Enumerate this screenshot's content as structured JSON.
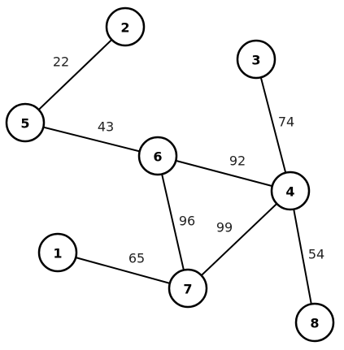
{
  "diagram": {
    "type": "weighted-undirected-graph",
    "nodes": [
      {
        "id": "1",
        "label": "1"
      },
      {
        "id": "2",
        "label": "2"
      },
      {
        "id": "3",
        "label": "3"
      },
      {
        "id": "4",
        "label": "4"
      },
      {
        "id": "5",
        "label": "5"
      },
      {
        "id": "6",
        "label": "6"
      },
      {
        "id": "7",
        "label": "7"
      },
      {
        "id": "8",
        "label": "8"
      }
    ],
    "edges": [
      {
        "from": "2",
        "to": "5",
        "weight": "22"
      },
      {
        "from": "5",
        "to": "6",
        "weight": "43"
      },
      {
        "from": "3",
        "to": "4",
        "weight": "74"
      },
      {
        "from": "6",
        "to": "4",
        "weight": "92"
      },
      {
        "from": "6",
        "to": "7",
        "weight": "96"
      },
      {
        "from": "7",
        "to": "4",
        "weight": "99"
      },
      {
        "from": "1",
        "to": "7",
        "weight": "65"
      },
      {
        "from": "4",
        "to": "8",
        "weight": "54"
      }
    ]
  }
}
